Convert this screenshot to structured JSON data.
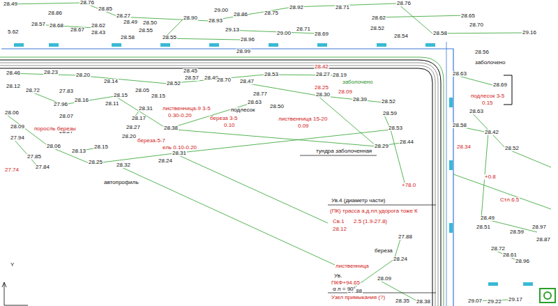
{
  "diagram": {
    "labels": [
      "28.49",
      "28.76",
      "28.85",
      "28.86",
      "28.57",
      "28.68",
      "28.67",
      "28.62",
      "28.43",
      "28.27",
      "28.49",
      "28.50",
      "28.55",
      "28.58",
      "28.55",
      "28.90",
      "29.00",
      "28.86",
      "28.75",
      "28.92",
      "28.93",
      "29.13",
      "29.00",
      "28.71",
      "28.69",
      "28.96",
      "28.99",
      "28.71",
      "28.76",
      "28.62",
      "28.52",
      "28.54",
      "28.58",
      "28.65",
      "28.70",
      "29.16",
      "28.56",
      "5.62",
      "28.46",
      "28.12",
      "28.72",
      "28.23",
      "28.20",
      "28.14",
      "28.15",
      "28.05",
      "28.15",
      "28.52",
      "28.57",
      "28.45",
      "28.49",
      "28.70",
      "28.47",
      "28.53",
      "28.27",
      "28.19",
      "28.77",
      "28.63",
      "28.50",
      "28.30",
      "28.39",
      "28.52",
      "28.59",
      "28.53",
      "28.29",
      "28.44",
      "28.63",
      "28.69",
      "28.63",
      "28.58",
      "28.42",
      "28.52",
      "27.83",
      "27.96",
      "28.07",
      "28.27",
      "28.06",
      "28.13",
      "28.15",
      "28.25",
      "28.32",
      "28.16",
      "28.11",
      "28.17",
      "28.31",
      "28.38",
      "28.27",
      "28.20",
      "28.24",
      "28.31",
      "28.06",
      "28.09",
      "27.94",
      "27.84",
      "27.85",
      "27.74",
      "28.12",
      "27.88",
      "28.09",
      "27.88",
      "28.38",
      "28.35",
      "28.24",
      "29.07",
      "29.22",
      "29.17",
      "28.72",
      "28.61",
      "28.59",
      "28.97",
      "28.87",
      "28.96",
      "28.51",
      "28.49",
      "поросль березы",
      "лиственница-9 3-5",
      "0.30-0.20",
      "береза 3-5",
      "0.10",
      "подлесок",
      "лиственница 15-20",
      "0.09",
      "береза-5-7",
      "ель 0.10-0.20",
      "тундра заболоченная",
      "автопрофиль",
      "заболочено",
      "заболочено",
      "подлесок 3-5",
      "0.15",
      "Ув.4 (диаметр части)",
      "(ПК) трасса а.д.пл.удорога тоже К",
      "Св.1",
      "2.5 (1.9-27.8)",
      "береза",
      "лиственница",
      "Ув.",
      "ПКФ+94.65",
      "α л = 90°",
      "Узел примыкания (?)",
      "Стл.6.5",
      "Y",
      "28.42",
      "28.25",
      "28.09",
      "+78.0",
      "28.34",
      "+0.8"
    ]
  }
}
